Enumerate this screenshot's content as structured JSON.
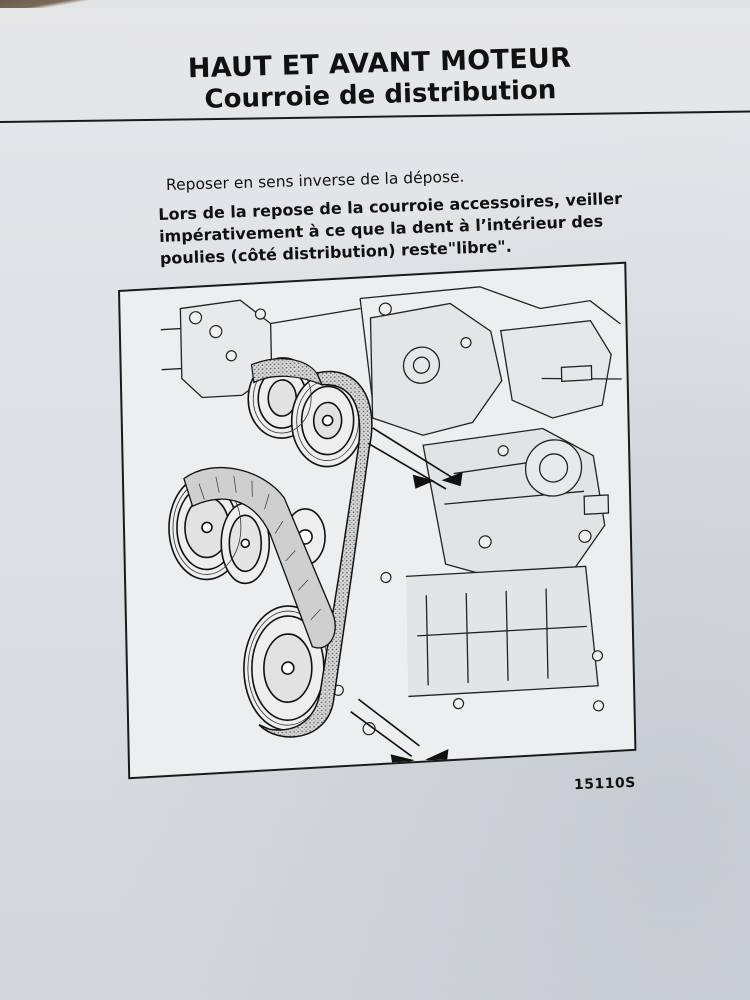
{
  "header": {
    "title": "HAUT ET AVANT MOTEUR",
    "subtitle": "Courroie de distribution"
  },
  "body": {
    "intro": "Reposer en sens inverse de la dépose.",
    "warning_line1": "Lors de la repose de la courroie accessoires, veiller",
    "warning_line2": "impérativement à ce que la dent  à l’intérieur des",
    "warning_line3": "poulies (côté distribution) reste\"libre\"."
  },
  "figure": {
    "reference": "15110S"
  },
  "colors": {
    "paper": "#e3e5e8",
    "ink": "#111111",
    "belt_fill": "#b9b9b9"
  }
}
